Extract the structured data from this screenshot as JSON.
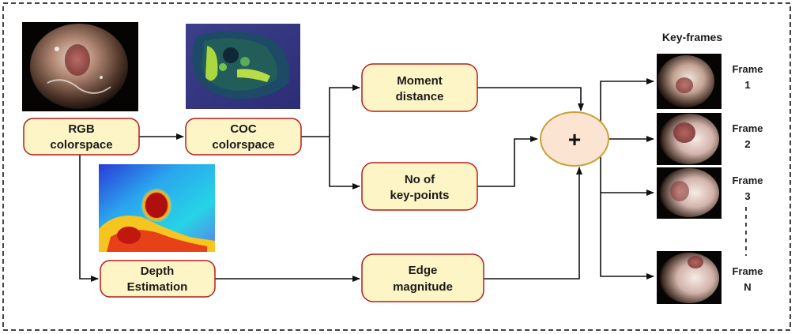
{
  "nodes": {
    "rgb": {
      "line1": "RGB",
      "line2": "colorspace"
    },
    "coc": {
      "line1": "COC",
      "line2": "colorspace"
    },
    "moment": {
      "line1": "Moment",
      "line2": "distance"
    },
    "keypoints": {
      "line1": "No of",
      "line2": "key-points"
    },
    "depth": {
      "line1": "Depth",
      "line2": "Estimation"
    },
    "edge": {
      "line1": "Edge",
      "line2": "magnitude"
    },
    "combine": {
      "symbol": "+"
    }
  },
  "keyframes": {
    "title": "Key-frames",
    "frames": [
      {
        "line1": "Frame",
        "line2": "1"
      },
      {
        "line1": "Frame",
        "line2": "2"
      },
      {
        "line1": "Frame",
        "line2": "3"
      },
      {
        "line1": "Frame",
        "line2": "N"
      }
    ]
  },
  "colors": {
    "node_fill": "#fef5c6",
    "node_stroke": "#b51c1c",
    "combine_fill": "#fbe4d1",
    "combine_stroke": "#c8a13a",
    "border": "#444444"
  }
}
